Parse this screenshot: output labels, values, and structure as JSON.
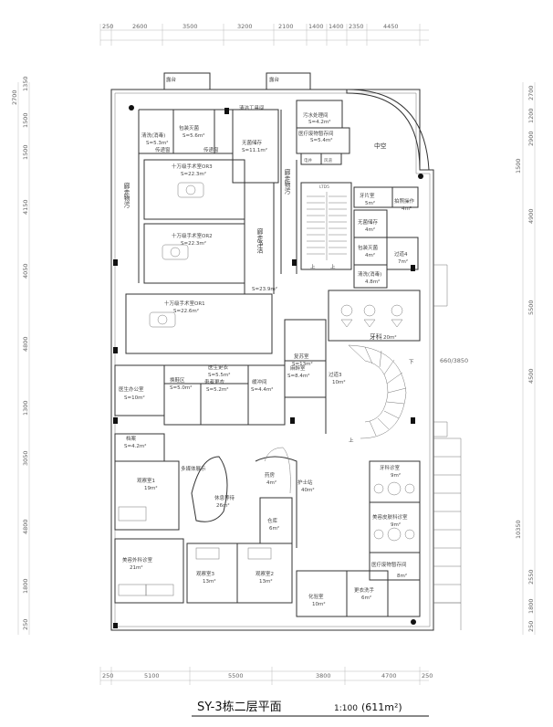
{
  "title": {
    "main": "SY-3栋二层平面",
    "scale": "1:100",
    "area": "(611m²)"
  },
  "dims_top": [
    "250",
    "2600",
    "3500",
    "3200",
    "2100",
    "1400",
    "1400",
    "2350",
    "4450"
  ],
  "dims_bottom": [
    "250",
    "5100",
    "5500",
    "3800",
    "4700",
    "250"
  ],
  "dims_left": [
    "2700",
    "1350",
    "1500",
    "1500",
    "4150",
    "4050",
    "4800",
    "1300",
    "3050",
    "4800",
    "1800",
    "250"
  ],
  "dims_right": [
    "2700",
    "1200",
    "1500",
    "2900",
    "4900",
    "5500",
    "4500",
    "10350",
    "2550",
    "1800",
    "250"
  ],
  "dim_side_note": "660/3850",
  "rooms": {
    "terrace1": "露台",
    "terrace2": "露台",
    "cleaning_tools": "清洁工具间",
    "sewage": "污水处理间",
    "sewage_area": "S=4.2m²",
    "medical_waste1": "医疗废物暂存间",
    "medical_waste1_area": "S=5.4m²",
    "atrium": "中空",
    "elev_room": "电井",
    "wind_room": "风道",
    "wash_disinfect1": "清洗(消毒)",
    "wash_disinfect1_area": "S=5.3m²",
    "pack_sterilize1": "包装灭菌",
    "pack_sterilize1_area": "S=5.6m²",
    "pass_window1": "传递窗",
    "pass_window2": "传递窗",
    "sterile_store1": "无菌储存",
    "sterile_store1_area": "S=11.1m²",
    "or3": "十万级手术室OR3",
    "or3_area": "S=22.3m²",
    "or2": "十万级手术室OR2",
    "or2_area": "S=22.3m²",
    "or1": "十万级手术室OR1",
    "or1_area": "S=22.6m²",
    "corridor_dirty_left": "廊走物污",
    "corridor_dirty_right": "廊走物污",
    "corridor_clean": "廊走净洁",
    "corridor_clean_area": "S=23.9m²",
    "ltd5": "LTD5",
    "dental_film": "牙片室",
    "dental_film_area": "5m²",
    "photo_op": "拍照操作",
    "photo_op_area": "4m²",
    "sterile_store2": "无菌储存",
    "sterile_store2_area": "4m²",
    "pack_sterilize2": "包装灭菌",
    "pack_sterilize2_area": "4m²",
    "transition4": "过道4",
    "transition4_area": "7m²",
    "wash_disinfect2": "清洗(消毒)",
    "wash_disinfect2_area": "4.8m²",
    "dental_dept": "牙科",
    "dental_dept_area": "20m²",
    "doctor_office": "医生办公室",
    "doctor_office_area": "S=10m²",
    "doctor_change": "医生更衣",
    "doctor_change_area": "S=5.5m²",
    "shoe_change": "换鞋区",
    "shoe_change_area": "S=5.0m²",
    "patient_change": "患者更衣",
    "patient_change_area": "S=5.2m²",
    "buffer": "缓冲间",
    "buffer_area": "S=4.4m²",
    "recovery": "复苏室",
    "recovery_area": "S=13m²",
    "anesthesia": "麻醉室",
    "anesthesia_area": "S=8.4m²",
    "transition3": "过道3",
    "transition3_area": "10m²",
    "archive": "档案",
    "archive_area": "S=4.2m²",
    "multimedia": "多媒体展示",
    "observe1": "观察室1",
    "observe1_area": "19m²",
    "rest_wait": "休息等待",
    "rest_wait_area": "26m²",
    "pharmacy": "药房",
    "pharmacy_area": "4m²",
    "nurse_station": "护士站",
    "nurse_station_area": "40m²",
    "dental_clinic": "牙科诊室",
    "dental_clinic_area": "9m²",
    "beauty_derm": "美容皮肤科诊室",
    "beauty_derm_area": "9m²",
    "warehouse": "仓库",
    "warehouse_area": "6m²",
    "beauty_surgery": "美容外科诊室",
    "beauty_surgery_area": "21m²",
    "observe3": "观察室3",
    "observe3_area": "13m²",
    "observe2": "观察室2",
    "observe2_area": "13m²",
    "medical_waste2": "医疗废物暂存间",
    "medical_waste2_area": "8m²",
    "lab": "化验室",
    "lab_area": "10m²",
    "change_wash": "更衣洗手",
    "change_wash_area": "6m²",
    "up1": "上",
    "up2": "上",
    "down1": "下",
    "up3": "上"
  }
}
